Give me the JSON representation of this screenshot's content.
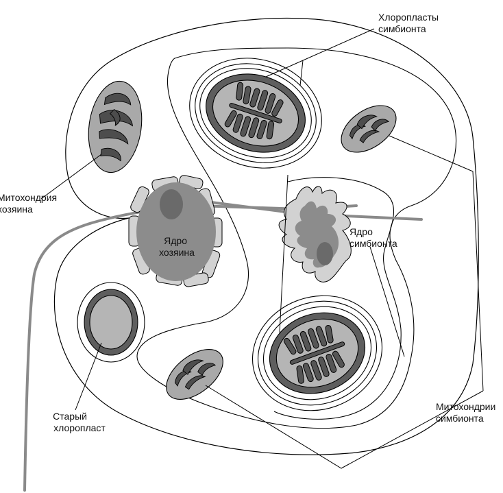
{
  "labels": {
    "symbiont_chloroplasts": [
      "Хлоропласты",
      "симбионта"
    ],
    "host_mitochondrion": [
      "Митохондрия",
      "хозяина"
    ],
    "host_nucleus": [
      "Ядро",
      "хозяина"
    ],
    "symbiont_nucleus": [
      "Ядро",
      "симбионта"
    ],
    "old_chloroplast": [
      "Старый",
      "хлоропласт"
    ],
    "symbiont_mitochondria": [
      "Митохондрии",
      "симбионта"
    ]
  }
}
